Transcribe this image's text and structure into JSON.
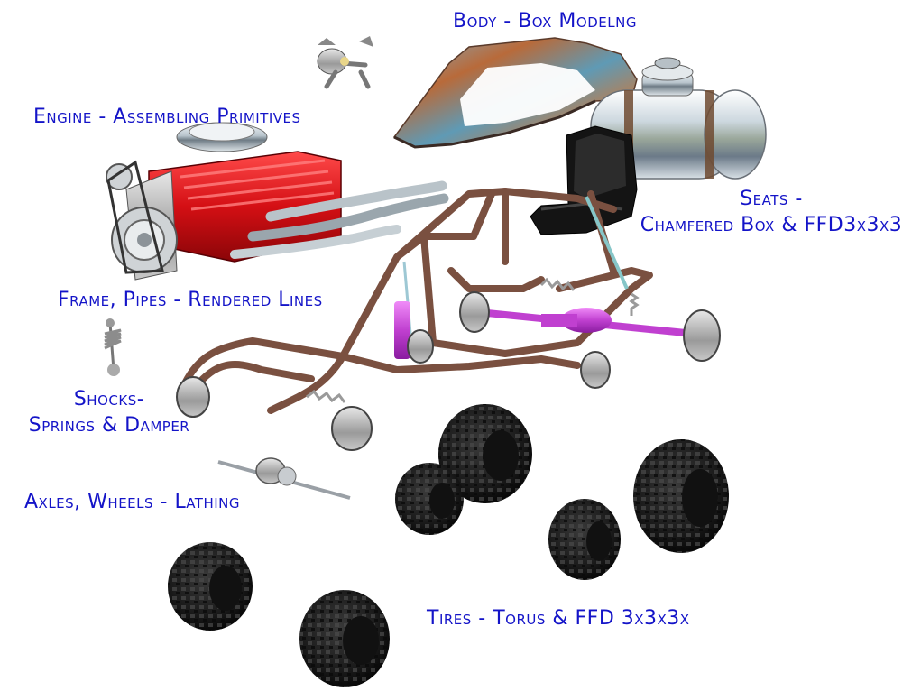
{
  "labels": {
    "body": "Body - Box Modelng",
    "engine": "Engine - Assembling Primitives",
    "seats_line1": "Seats -",
    "seats_line2": "Chamfered Box & FFD3x3x3",
    "frame": "Frame, Pipes - Rendered Lines",
    "shocks_line1": "Shocks-",
    "shocks_line2": "Springs & Damper",
    "axles": "Axles, Wheels - Lathing",
    "tires": "Tires - Torus & FFD 3x3x3x"
  },
  "colors": {
    "label_text": "#1414c8",
    "engine_red": "#d40f14",
    "frame_rust": "#7a5040",
    "axle_magenta": "#c040d0",
    "tire_black": "#1a1a1a",
    "seat_black": "#151515",
    "tank_chrome": "#c8d4dc"
  }
}
